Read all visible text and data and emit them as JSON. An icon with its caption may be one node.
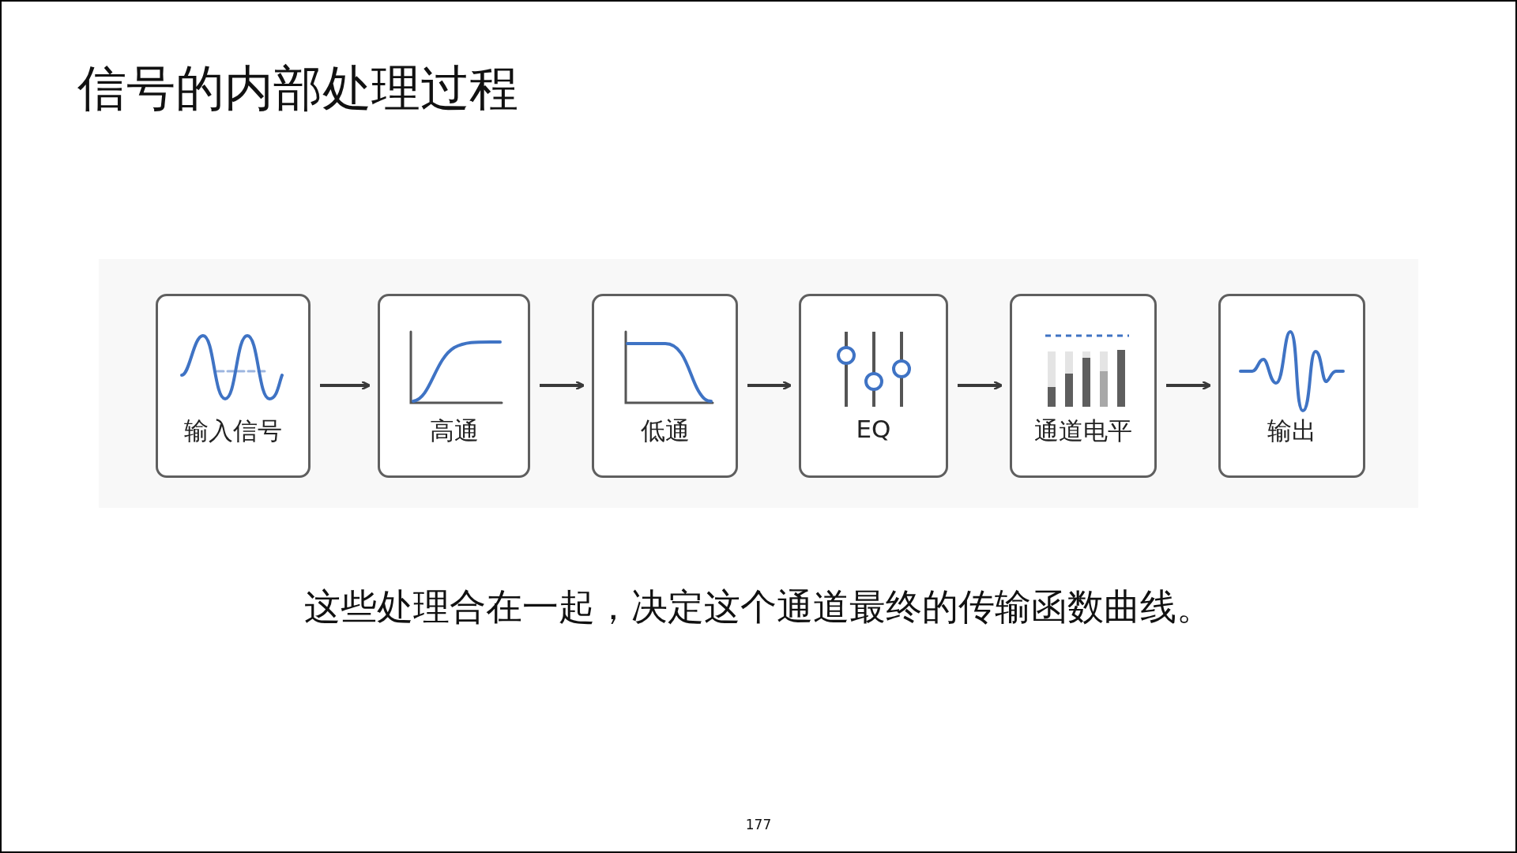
{
  "diagram": {
    "title": "信号的内部处理过程",
    "caption": "这些处理合在一起，决定这个通道最终的传输函数曲线。",
    "nodes": [
      {
        "text": [
          "输入信号"
        ]
      },
      {
        "text": [
          "高通"
        ]
      },
      {
        "text": [
          "低通"
        ]
      },
      {
        "text": [
          "EQ"
        ]
      },
      {
        "text": [
          "通道电平"
        ]
      },
      {
        "text": [
          "输出"
        ]
      }
    ],
    "edges": [
      {
        "from": 0,
        "to": 1,
        "arrow": "to"
      },
      {
        "from": 1,
        "to": 2,
        "arrow": "to"
      },
      {
        "from": 2,
        "to": 3,
        "arrow": "to"
      },
      {
        "from": 3,
        "to": 4,
        "arrow": "to"
      },
      {
        "from": 4,
        "to": 5,
        "arrow": "to"
      }
    ],
    "labels": [
      "177"
    ]
  }
}
